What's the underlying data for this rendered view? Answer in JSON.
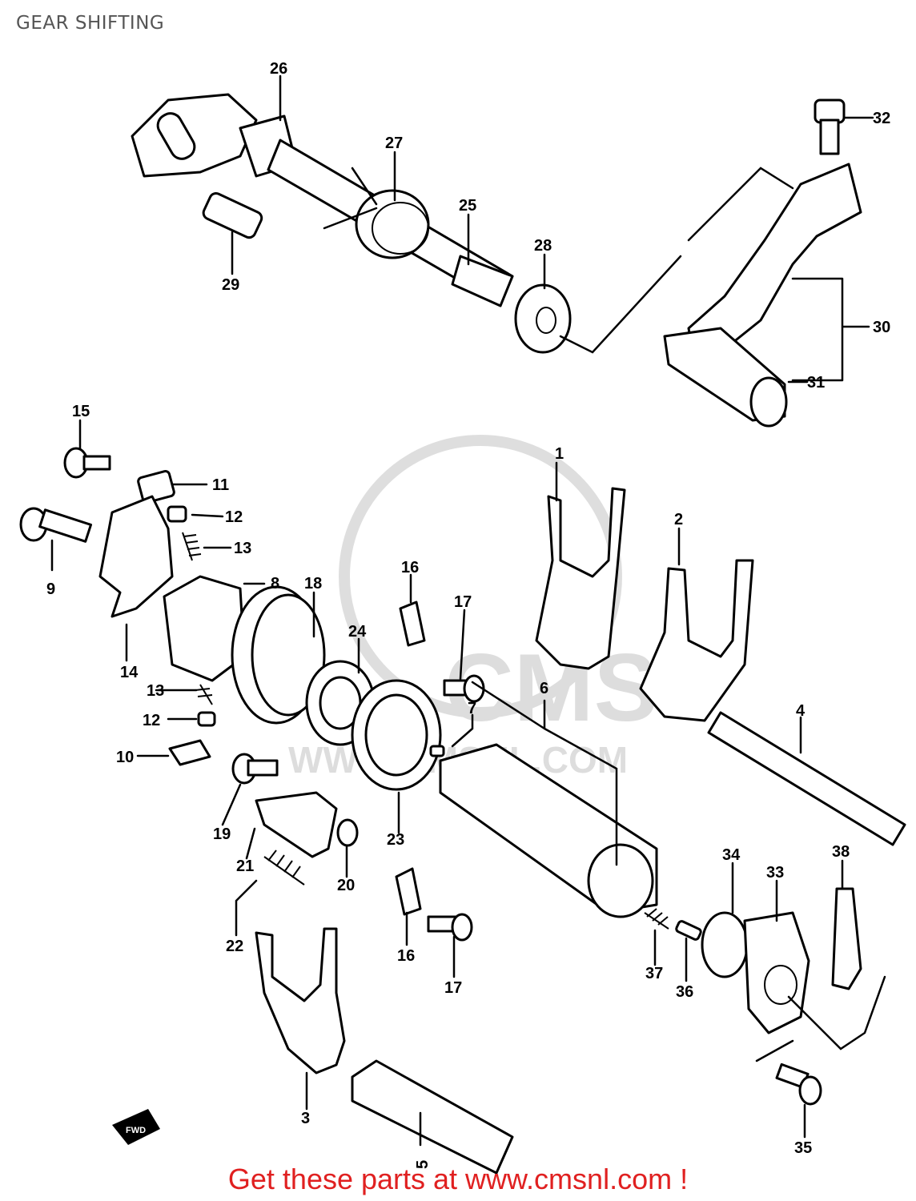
{
  "title": "GEAR SHIFTING",
  "footer": "Get these parts at www.cmsnl.com !",
  "watermark": {
    "brand": "CMS",
    "url": "WWW.CMSNL.COM"
  },
  "fwd_marker": "FWD",
  "callouts": {
    "c1": "1",
    "c2": "2",
    "c3": "3",
    "c4": "4",
    "c5": "5",
    "c6": "6",
    "c7": "7",
    "c8": "8",
    "c9": "9",
    "c10": "10",
    "c11": "11",
    "c12a": "12",
    "c12b": "12",
    "c13a": "13",
    "c13b": "13",
    "c14": "14",
    "c15": "15",
    "c16a": "16",
    "c16b": "16",
    "c17a": "17",
    "c17b": "17",
    "c18": "18",
    "c19": "19",
    "c20": "20",
    "c21": "21",
    "c22": "22",
    "c23": "23",
    "c24": "24",
    "c25": "25",
    "c26": "26",
    "c27": "27",
    "c28": "28",
    "c29": "29",
    "c30": "30",
    "c31": "31",
    "c32": "32",
    "c33": "33",
    "c34": "34",
    "c35": "35",
    "c36": "36",
    "c37": "37",
    "c38": "38"
  }
}
